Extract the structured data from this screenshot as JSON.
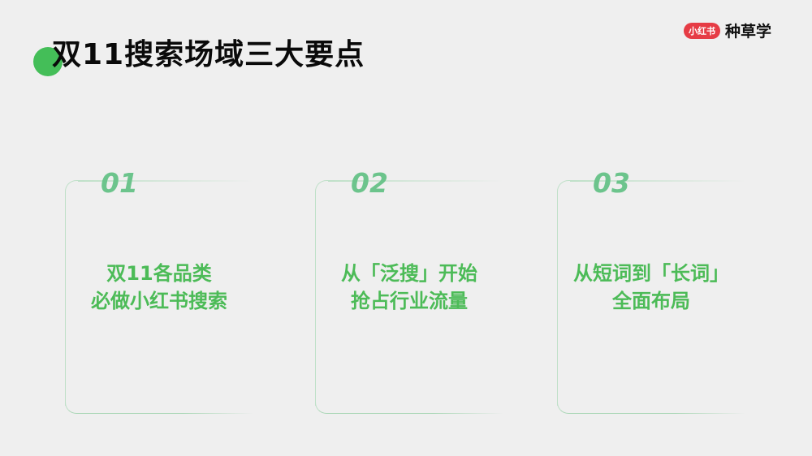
{
  "title": "双11搜索场域三大要点",
  "brand": {
    "badge": "小红书",
    "name": "种草学"
  },
  "cards": [
    {
      "number": "01",
      "line1": "双11各品类",
      "line2": "必做小红书搜索"
    },
    {
      "number": "02",
      "line1": "从「泛搜」开始",
      "line2": "抢占行业流量"
    },
    {
      "number": "03",
      "line1": "从短词到「长词」",
      "line2": "全面布局"
    }
  ],
  "colors": {
    "accent": "#44be58",
    "brand": "#e63c45",
    "number": "#6cc48c"
  }
}
